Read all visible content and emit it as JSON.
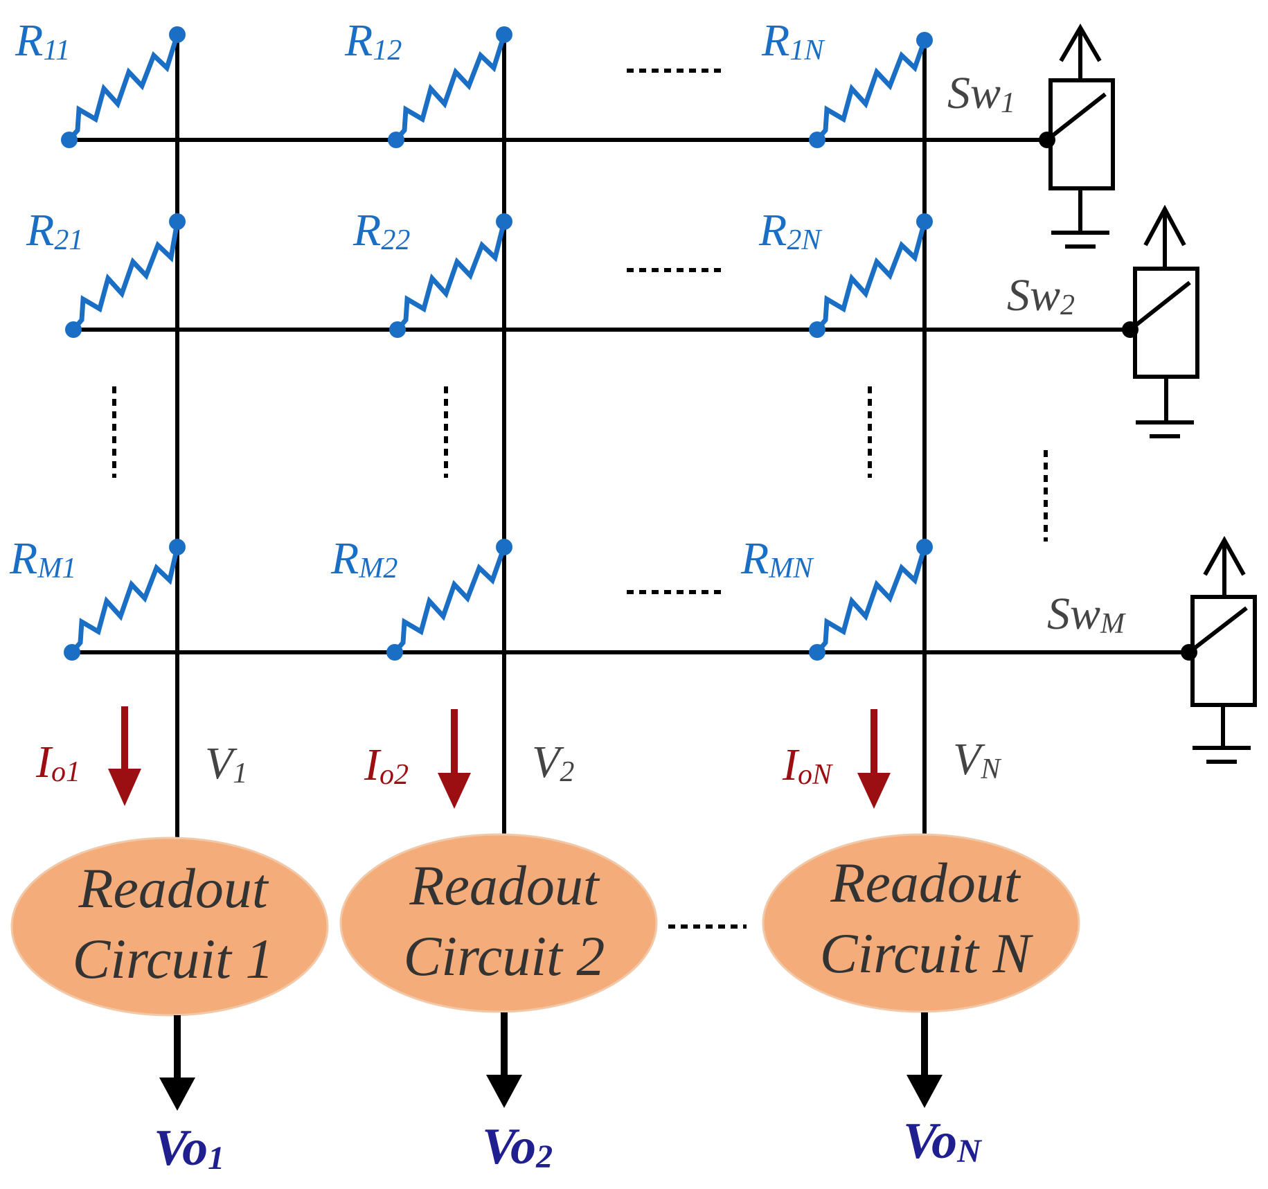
{
  "diagram": {
    "resistors": [
      {
        "base": "R",
        "sub": "11"
      },
      {
        "base": "R",
        "sub": "12"
      },
      {
        "base": "R",
        "sub": "1N"
      },
      {
        "base": "R",
        "sub": "21"
      },
      {
        "base": "R",
        "sub": "22"
      },
      {
        "base": "R",
        "sub": "2N"
      },
      {
        "base": "R",
        "sub": "M1"
      },
      {
        "base": "R",
        "sub": "M2"
      },
      {
        "base": "R",
        "sub": "MN"
      }
    ],
    "switches": [
      {
        "base": "Sw",
        "sub": "1"
      },
      {
        "base": "Sw",
        "sub": "2"
      },
      {
        "base": "Sw",
        "sub": "M"
      }
    ],
    "currents": [
      {
        "base": "I",
        "sub": "o1"
      },
      {
        "base": "I",
        "sub": "o2"
      },
      {
        "base": "I",
        "sub": "oN"
      }
    ],
    "voltages": [
      {
        "base": "V",
        "sub": "1"
      },
      {
        "base": "V",
        "sub": "2"
      },
      {
        "base": "V",
        "sub": "N"
      }
    ],
    "readout_circuits": [
      {
        "line1": "Readout",
        "line2": "Circuit 1"
      },
      {
        "line1": "Readout",
        "line2": "Circuit 2"
      },
      {
        "line1": "Readout",
        "line2": "Circuit N"
      }
    ],
    "outputs": [
      {
        "base": "Vo",
        "sub": "1"
      },
      {
        "base": "Vo",
        "sub": "2"
      },
      {
        "base": "Vo",
        "sub": "N"
      }
    ],
    "colors": {
      "resistor": "#1a6fc4",
      "current_arrow": "#9b0f12",
      "readout_fill": "#f4ad7a",
      "output_text": "#1f1f8f"
    }
  }
}
